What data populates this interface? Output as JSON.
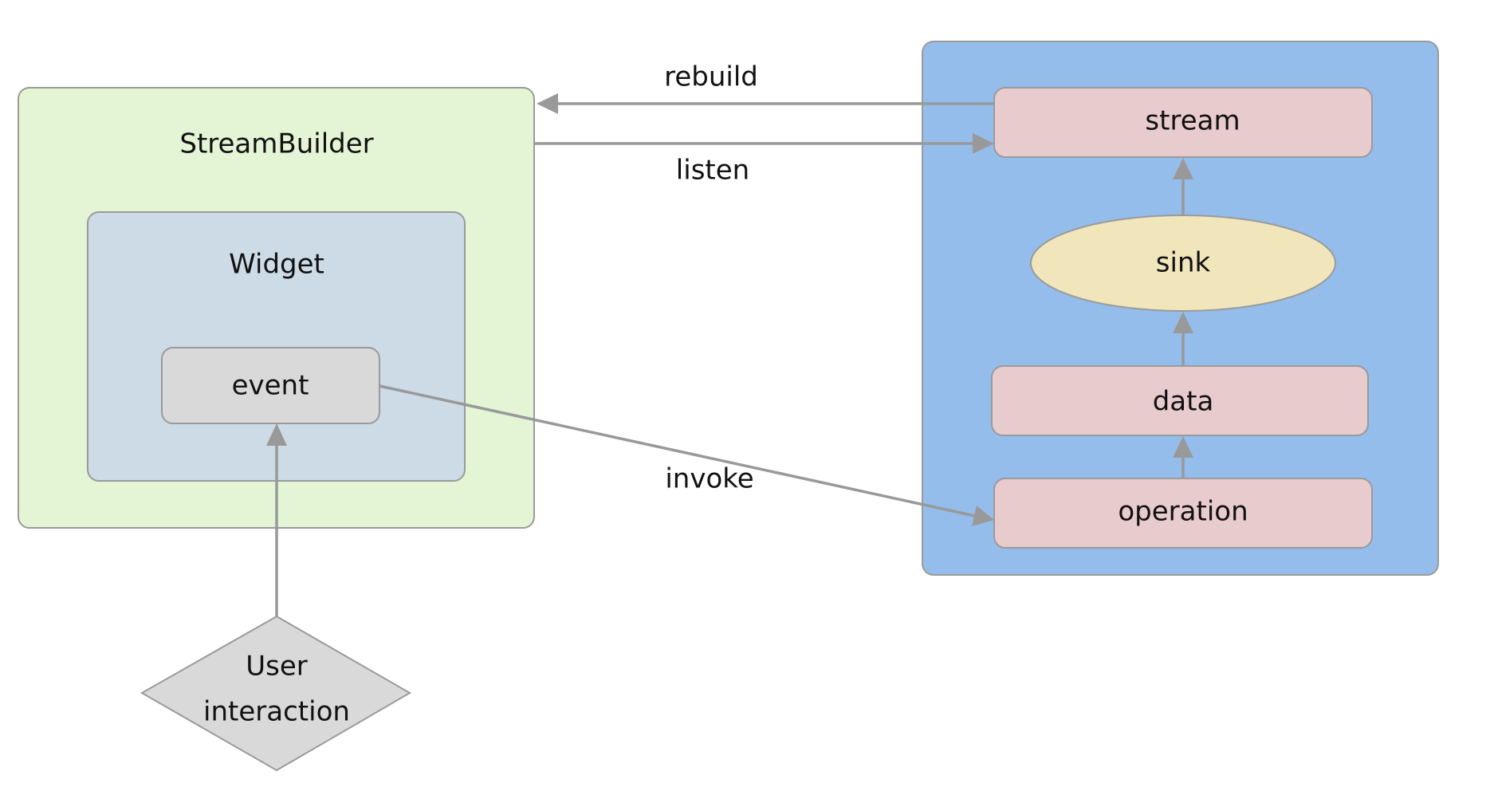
{
  "nodes": {
    "stream_builder": "StreamBuilder",
    "widget": "Widget",
    "event": "event",
    "stream": "stream",
    "sink": "sink",
    "data": "data",
    "operation": "operation",
    "user_interaction_line1": "User",
    "user_interaction_line2": "interaction"
  },
  "edges": {
    "rebuild": "rebuild",
    "listen": "listen",
    "invoke": "invoke"
  },
  "colors": {
    "stream_builder_fill": "#e3f5d5",
    "widget_fill": "#cddbe6",
    "event_fill": "#d9d9d9",
    "bloc_fill": "#94bdec",
    "pink_box_fill": "#e8cbcc",
    "sink_fill": "#f0e5bb",
    "arrow": "#999999"
  }
}
